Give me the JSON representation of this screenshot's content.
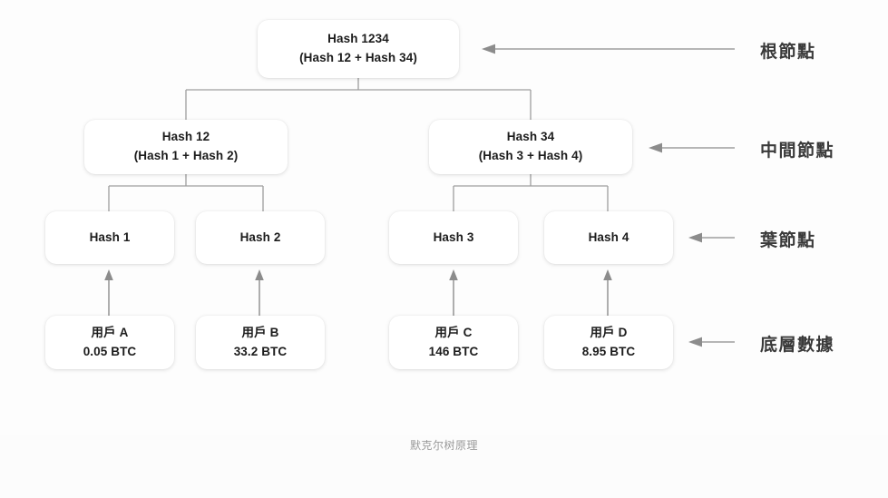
{
  "diagram": {
    "caption": "默克尔树原理",
    "colors": {
      "background": "#fdfdfd",
      "node_fill": "#ffffff",
      "node_text": "#1c1c1c",
      "connector": "#9e9e9e",
      "arrow": "#8c8c8c",
      "label_text": "#3a3a3a",
      "caption_text": "#9a9a9a"
    },
    "root": {
      "title": "Hash 1234",
      "formula": "(Hash 12 + Hash 34)"
    },
    "intermediate": [
      {
        "title": "Hash 12",
        "formula": "(Hash 1 + Hash 2)"
      },
      {
        "title": "Hash 34",
        "formula": "(Hash 3 + Hash 4)"
      }
    ],
    "leaves": [
      {
        "title": "Hash 1"
      },
      {
        "title": "Hash 2"
      },
      {
        "title": "Hash 3"
      },
      {
        "title": "Hash 4"
      }
    ],
    "data_blocks": [
      {
        "user": "用戶 A",
        "amount": "0.05 BTC"
      },
      {
        "user": "用戶 B",
        "amount": "33.2 BTC"
      },
      {
        "user": "用戶 C",
        "amount": "146 BTC"
      },
      {
        "user": "用戶 D",
        "amount": "8.95 BTC"
      }
    ],
    "side_labels": [
      {
        "text": "根節點"
      },
      {
        "text": "中間節點"
      },
      {
        "text": "葉節點"
      },
      {
        "text": "底層數據"
      }
    ]
  }
}
